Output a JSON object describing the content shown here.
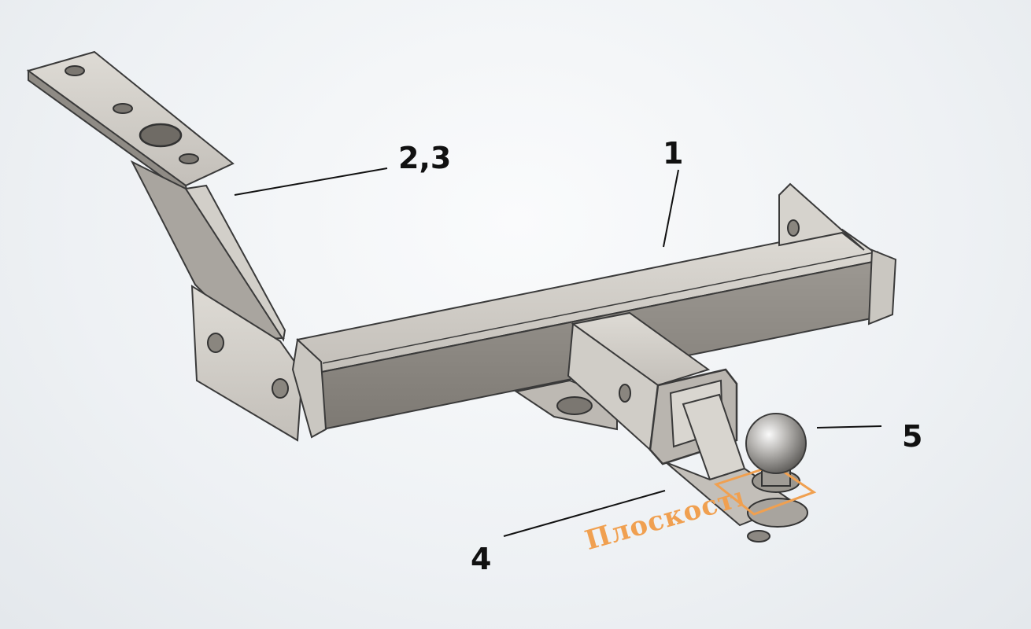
{
  "labels": {
    "part_1": "1",
    "part_2_3": "2,3",
    "part_4": "4",
    "part_5": "5"
  },
  "plane_label": "Плоскость",
  "colors": {
    "metal_light": "#cfccc6",
    "metal_mid": "#b6b2ac",
    "metal_dark": "#8d8983",
    "outline": "#3a3a3a",
    "plane_highlight": "#f0a050"
  }
}
